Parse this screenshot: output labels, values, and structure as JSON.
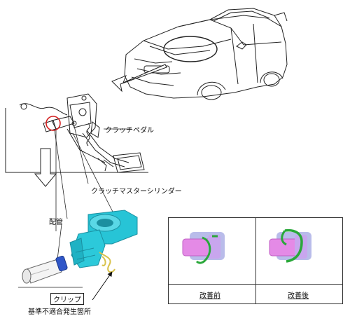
{
  "labels": {
    "clutch_pedal": "クラッチペダル",
    "clutch_master_cylinder": "クラッチマスターシリンダー",
    "piping": "配管",
    "clip": "クリップ",
    "nonconformity_location": "基準不適合発生箇所"
  },
  "comparison": {
    "before": "改善前",
    "after": "改善後"
  },
  "colors": {
    "cylinder_cyan": "#27c4d6",
    "clip_yellow": "#d8c24a",
    "fitting_blue": "#2f56c8",
    "clip_green": "#2aa83a",
    "pipe_magenta": "#e48ae6",
    "pipe_lavender": "#b9bcea",
    "highlight_red": "#d42020"
  }
}
